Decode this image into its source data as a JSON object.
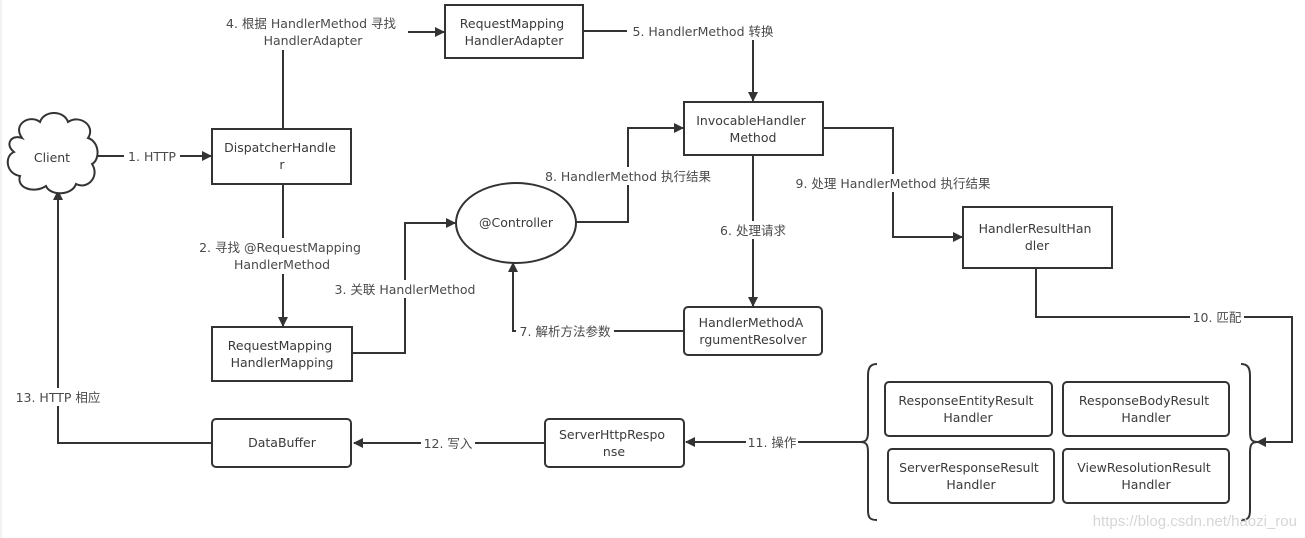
{
  "diagram": {
    "colors": {
      "stroke": "#333333",
      "text": "#3a3a3a",
      "label": "#4a4a4a",
      "background": "#ffffff",
      "watermark": "#d6d6d6"
    },
    "nodes": {
      "client": {
        "label": "Client",
        "shape": "cloud"
      },
      "dispatcher_handler": {
        "lines": [
          "DispatcherHandle",
          "r"
        ],
        "shape": "rect"
      },
      "request_mapping_handler_adapter": {
        "lines": [
          "RequestMapping",
          "HandlerAdapter"
        ],
        "shape": "rect"
      },
      "invocable_handler_method": {
        "lines": [
          "InvocableHandler",
          "Method"
        ],
        "shape": "rect"
      },
      "controller": {
        "label": "@Controller",
        "shape": "ellipse"
      },
      "request_mapping_handler_mapping": {
        "lines": [
          "RequestMapping",
          "HandlerMapping"
        ],
        "shape": "rect"
      },
      "handler_method_argument_resolver": {
        "lines": [
          "HandlerMethodA",
          "rgumentResolver"
        ],
        "shape": "rounded-rect"
      },
      "handler_result_handler": {
        "lines": [
          "HandlerResultHan",
          "dler"
        ],
        "shape": "rect"
      },
      "response_entity_result_handler": {
        "lines": [
          "ResponseEntityResult",
          "Handler"
        ],
        "shape": "rounded-rect"
      },
      "response_body_result_handler": {
        "lines": [
          "ResponseBodyResult",
          "Handler"
        ],
        "shape": "rounded-rect"
      },
      "server_response_result_handler": {
        "lines": [
          "ServerResponseResult",
          "Handler"
        ],
        "shape": "rounded-rect"
      },
      "view_resolution_result_handler": {
        "lines": [
          "ViewResolutionResult",
          "Handler"
        ],
        "shape": "rounded-rect"
      },
      "server_http_response": {
        "lines": [
          "ServerHttpRespo",
          "nse"
        ],
        "shape": "rounded-rect"
      },
      "data_buffer": {
        "lines": [
          "DataBuffer"
        ],
        "shape": "rounded-rect"
      }
    },
    "edges": [
      {
        "id": "e1",
        "from": "client",
        "to": "dispatcher_handler",
        "lines": [
          "1. HTTP"
        ]
      },
      {
        "id": "e2",
        "from": "dispatcher_handler",
        "to": "request_mapping_handler_mapping",
        "lines": [
          "2. 寻找 @RequestMapping",
          "HandlerMethod"
        ]
      },
      {
        "id": "e3",
        "from": "request_mapping_handler_mapping",
        "to": "controller",
        "lines": [
          "3. 关联 HandlerMethod"
        ]
      },
      {
        "id": "e4",
        "from": "dispatcher_handler",
        "to": "request_mapping_handler_adapter",
        "lines": [
          "4. 根据 HandlerMethod 寻找",
          "HandlerAdapter"
        ]
      },
      {
        "id": "e5",
        "from": "request_mapping_handler_adapter",
        "to": "invocable_handler_method",
        "lines": [
          "5. HandlerMethod 转换"
        ]
      },
      {
        "id": "e6",
        "from": "invocable_handler_method",
        "to": "handler_method_argument_resolver",
        "lines": [
          "6. 处理请求"
        ]
      },
      {
        "id": "e7",
        "from": "handler_method_argument_resolver",
        "to": "controller",
        "lines": [
          "7. 解析方法参数"
        ]
      },
      {
        "id": "e8",
        "from": "controller",
        "to": "invocable_handler_method",
        "lines": [
          "8. HandlerMethod 执行结果"
        ]
      },
      {
        "id": "e9",
        "from": "invocable_handler_method",
        "to": "handler_result_handler",
        "lines": [
          "9. 处理 HandlerMethod 执行结果"
        ]
      },
      {
        "id": "e10",
        "from": "handler_result_handler",
        "to": "result_handler_group",
        "lines": [
          "10. 匹配"
        ]
      },
      {
        "id": "e11",
        "from": "result_handler_group",
        "to": "server_http_response",
        "lines": [
          "11. 操作"
        ]
      },
      {
        "id": "e12",
        "from": "server_http_response",
        "to": "data_buffer",
        "lines": [
          "12. 写入"
        ]
      },
      {
        "id": "e13",
        "from": "data_buffer",
        "to": "client",
        "lines": [
          "13. HTTP 相应"
        ]
      }
    ],
    "watermark": "https://blog.csdn.net/haozi_rou"
  }
}
